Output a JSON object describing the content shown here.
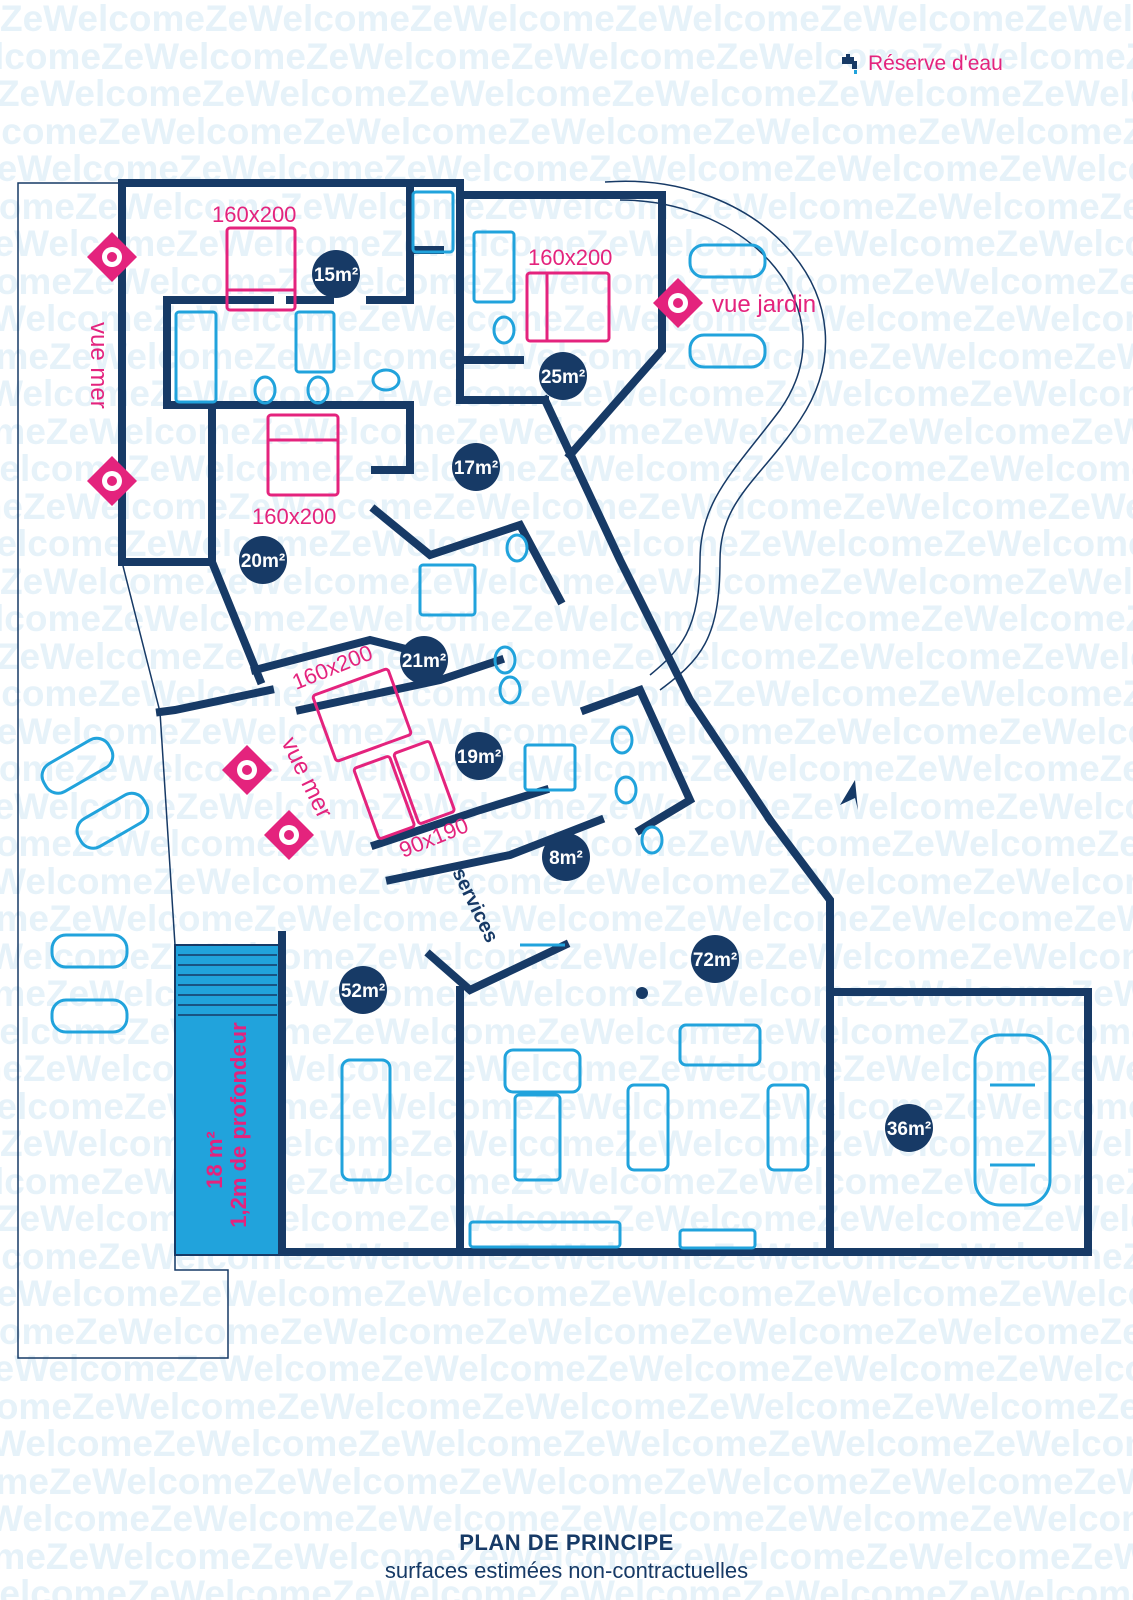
{
  "watermark_word": "ZeWelcome",
  "water_reserve": {
    "label": "Réserve d'eau"
  },
  "rooms": {
    "r15": "15m²",
    "r25": "25m²",
    "r17": "17m²",
    "r20": "20m²",
    "r21": "21m²",
    "r19": "19m²",
    "r8": "8m²",
    "r72": "72m²",
    "r52": "52m²",
    "r36": "36m²"
  },
  "beds": {
    "b1": "160x200",
    "b2": "160x200",
    "b3": "160x200",
    "b4": "160x200",
    "b5": "90x190"
  },
  "views": {
    "sea_left": "vue mer",
    "sea_center": "vue mer",
    "garden": "vue jardin"
  },
  "services_label": "services",
  "pool": {
    "area": "18 m²",
    "depth": "1,2m de profondeur"
  },
  "footer": {
    "title": "PLAN DE PRINCIPE",
    "subtitle": "surfaces estimées non-contractuelles"
  },
  "colors": {
    "walls": "#173a66",
    "fixtures": "#21a3dc",
    "accent": "#e4237d",
    "watermark": "#e6f2f9"
  }
}
